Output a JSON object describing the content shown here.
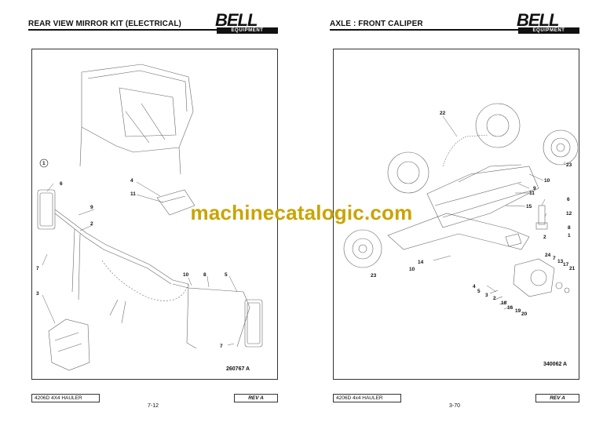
{
  "left_page": {
    "title": "REAR VIEW MIRROR KIT (ELECTRICAL)",
    "logo": "BELL",
    "logo_sub": "EQUIPMENT",
    "drawing_number": "260767 A",
    "footer_model": "4206D 4X4 HAULER",
    "revision": "REV A",
    "page_number": "7-12",
    "callouts": [
      "1",
      "6",
      "9",
      "2",
      "7",
      "3",
      "4",
      "11",
      "10",
      "8",
      "5",
      "7"
    ]
  },
  "right_page": {
    "title": "AXLE : FRONT CALIPER",
    "logo": "BELL",
    "logo_sub": "EQUIPMENT",
    "drawing_number": "340062 A",
    "footer_model": "4206D 4x4 HAULER",
    "revision": "REV A",
    "page_number": "3-70",
    "callouts": [
      "22",
      "23",
      "10",
      "9",
      "11",
      "15",
      "6",
      "12",
      "8",
      "1",
      "2",
      "14",
      "10",
      "23",
      "24",
      "7",
      "13",
      "17",
      "21",
      "4",
      "5",
      "3",
      "2",
      "18",
      "16",
      "19",
      "20"
    ]
  },
  "watermark": "machinecatalogic.com"
}
